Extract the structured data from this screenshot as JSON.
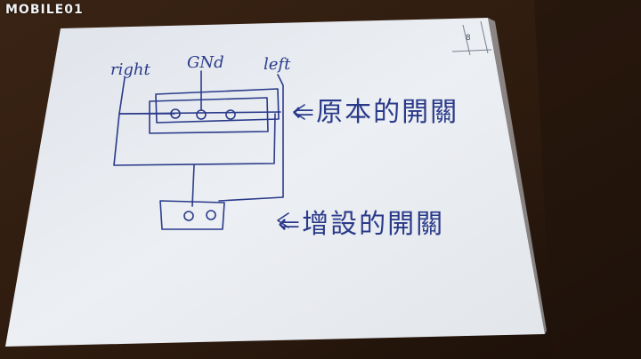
{
  "watermark": {
    "text": "MOBILE01"
  },
  "sketch": {
    "labels": {
      "right": "right",
      "gnd": "GNd",
      "left": "left"
    },
    "annotations": {
      "original_switch": "⇐原本的開關",
      "added_switch": "⇐增設的開關"
    },
    "margin_note": "8"
  },
  "colors": {
    "ink": "#2a3a8a",
    "paper": "#e9ecf0",
    "table": "#3a2414"
  }
}
